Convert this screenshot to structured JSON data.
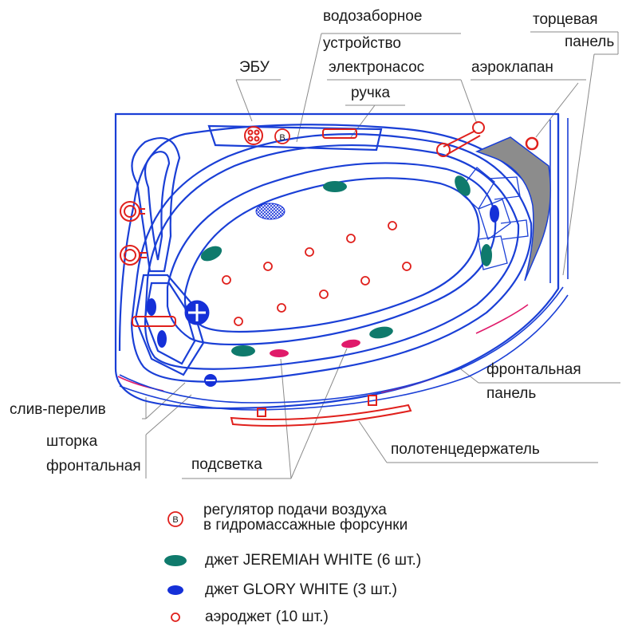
{
  "labels": {
    "water_intake_line1": "водозаборное",
    "water_intake_line2": "устройство",
    "end_panel_line1": "торцевая",
    "end_panel_line2": "панель",
    "ecu": "ЭБУ",
    "electropump": "электронасос",
    "air_valve": "аэроклапан",
    "handle": "ручка",
    "front_panel_line1": "фронтальная",
    "front_panel_line2": "панель",
    "overflow_drain": "слив-перелив",
    "curtain_line1": "шторка",
    "curtain_line2": "фронтальная",
    "lighting": "подсветка",
    "towel_holder": "полотенцедержатель"
  },
  "legend": {
    "air_regulator_symbol": "B",
    "air_regulator_line1": "регулятор подачи воздуха",
    "air_regulator_line2": "в гидромассажные форсунки",
    "jet_jeremiah": "джет JEREMIAH WHITE (6 шт.)",
    "jet_glory": "джет GLORY WHITE (3 шт.)",
    "aerojet": "аэроджет (10 шт.)"
  },
  "colors": {
    "outline": "#1a3fd6",
    "red_parts": "#e0201c",
    "jet_jeremiah": "#0f7a6c",
    "jet_glory": "#1530d8",
    "lighting": "#e01a6a",
    "panel_gray": "#8c8c8c",
    "leader_lines": "#8a8a8a"
  }
}
